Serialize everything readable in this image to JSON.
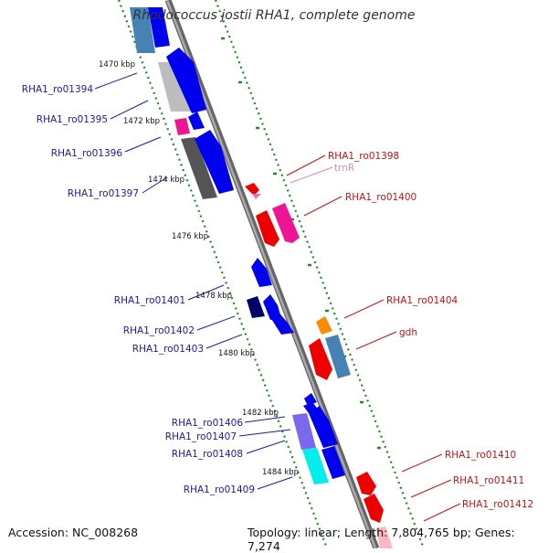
{
  "title": "Rhodococcus jostii RHA1, complete genome",
  "accession_text": "Accession: NC_008268",
  "topology_text": "Topology: linear; Length: 7,804,765 bp; Genes: 7,274",
  "colors": {
    "forward_label": "#1a1aa8",
    "reverse_label": "#cc1111",
    "rna_label": "#e08ab0",
    "backbone": "#8c8c8c",
    "dotted_track": "#228b22"
  },
  "ticks": [
    "1470 kbp",
    "1472 kbp",
    "1474 kbp",
    "1476 kbp",
    "1478 kbp",
    "1480 kbp",
    "1482 kbp",
    "1484 kbp"
  ],
  "genes_left": [
    "RHA1_ro01394",
    "RHA1_ro01395",
    "RHA1_ro01396",
    "RHA1_ro01397",
    "RHA1_ro01401",
    "RHA1_ro01402",
    "RHA1_ro01403",
    "RHA1_ro01406",
    "RHA1_ro01407",
    "RHA1_ro01408",
    "RHA1_ro01409"
  ],
  "genes_right": [
    "RHA1_ro01398",
    "trnR",
    "RHA1_ro01400",
    "RHA1_ro01404",
    "gdh",
    "RHA1_ro01410",
    "RHA1_ro01411",
    "RHA1_ro01412"
  ]
}
